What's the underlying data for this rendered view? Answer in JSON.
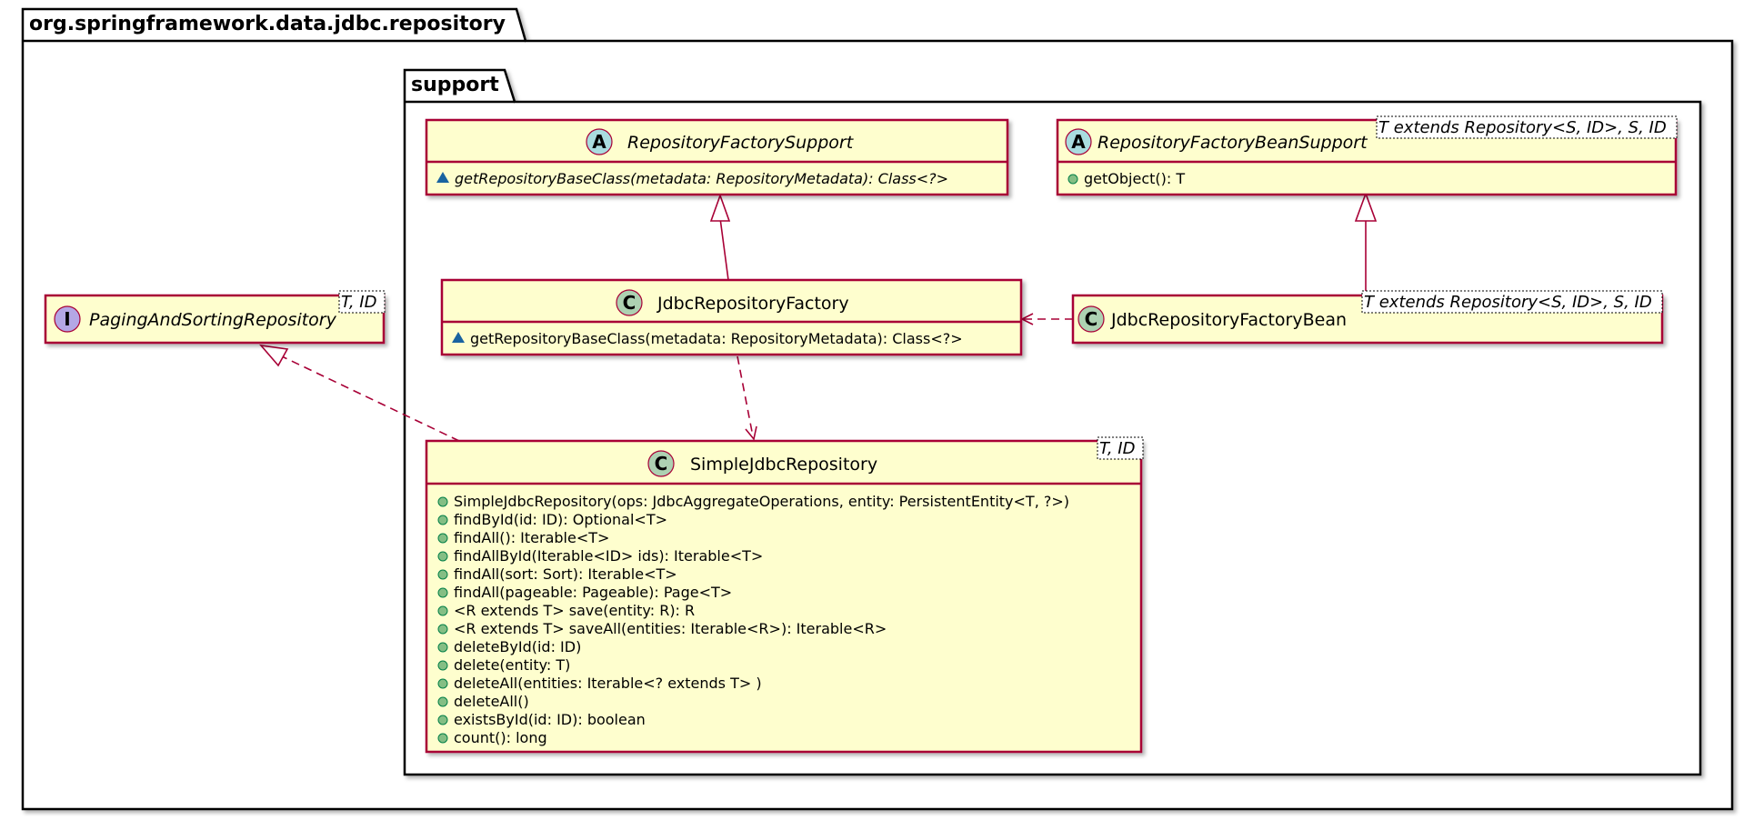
{
  "packages": {
    "outer": {
      "name": "org.springframework.data.jdbc.repository"
    },
    "inner": {
      "name": "support"
    }
  },
  "classes": {
    "factory_support": {
      "kind": "A",
      "name": "RepositoryFactorySupport",
      "members": [
        "getRepositoryBaseClass(metadata: RepositoryMetadata): Class<?>"
      ]
    },
    "factory_bean_support": {
      "kind": "A",
      "name": "RepositoryFactoryBeanSupport",
      "generic": "T extends Repository<S, ID>, S, ID",
      "members": [
        "getObject(): T"
      ]
    },
    "jdbc_factory": {
      "kind": "C",
      "name": "JdbcRepositoryFactory",
      "members": [
        "getRepositoryBaseClass(metadata: RepositoryMetadata): Class<?>"
      ]
    },
    "jdbc_factory_bean": {
      "kind": "C",
      "name": "JdbcRepositoryFactoryBean",
      "generic": "T extends Repository<S, ID>, S, ID"
    },
    "paging_repo": {
      "kind": "I",
      "name": "PagingAndSortingRepository",
      "generic": "T, ID"
    },
    "simple_repo": {
      "kind": "C",
      "name": "SimpleJdbcRepository",
      "generic": "T, ID",
      "members": [
        "SimpleJdbcRepository(ops: JdbcAggregateOperations, entity: PersistentEntity<T, ?>)",
        "findById(id: ID): Optional<T>",
        "findAll(): Iterable<T>",
        "findAllById(Iterable<ID> ids): Iterable<T>",
        "findAll(sort: Sort): Iterable<T>",
        "findAll(pageable: Pageable): Page<T>",
        "<R extends T> save(entity: R): R",
        "<R extends T> saveAll(entities: Iterable<R>): Iterable<R>",
        "deleteById(id: ID)",
        "delete(entity: T)",
        "deleteAll(entities: Iterable<? extends T> )",
        "deleteAll()",
        "existsById(id: ID): boolean",
        "count(): long"
      ]
    }
  },
  "colors": {
    "class_fill": "#FEFECE",
    "border": "#A80036",
    "abstract_badge": "#A9DCDF",
    "class_badge": "#ADD1B2",
    "interface_badge": "#B4A7E5",
    "public_marker": "#84BE84",
    "package_marker": "#1963A0"
  }
}
